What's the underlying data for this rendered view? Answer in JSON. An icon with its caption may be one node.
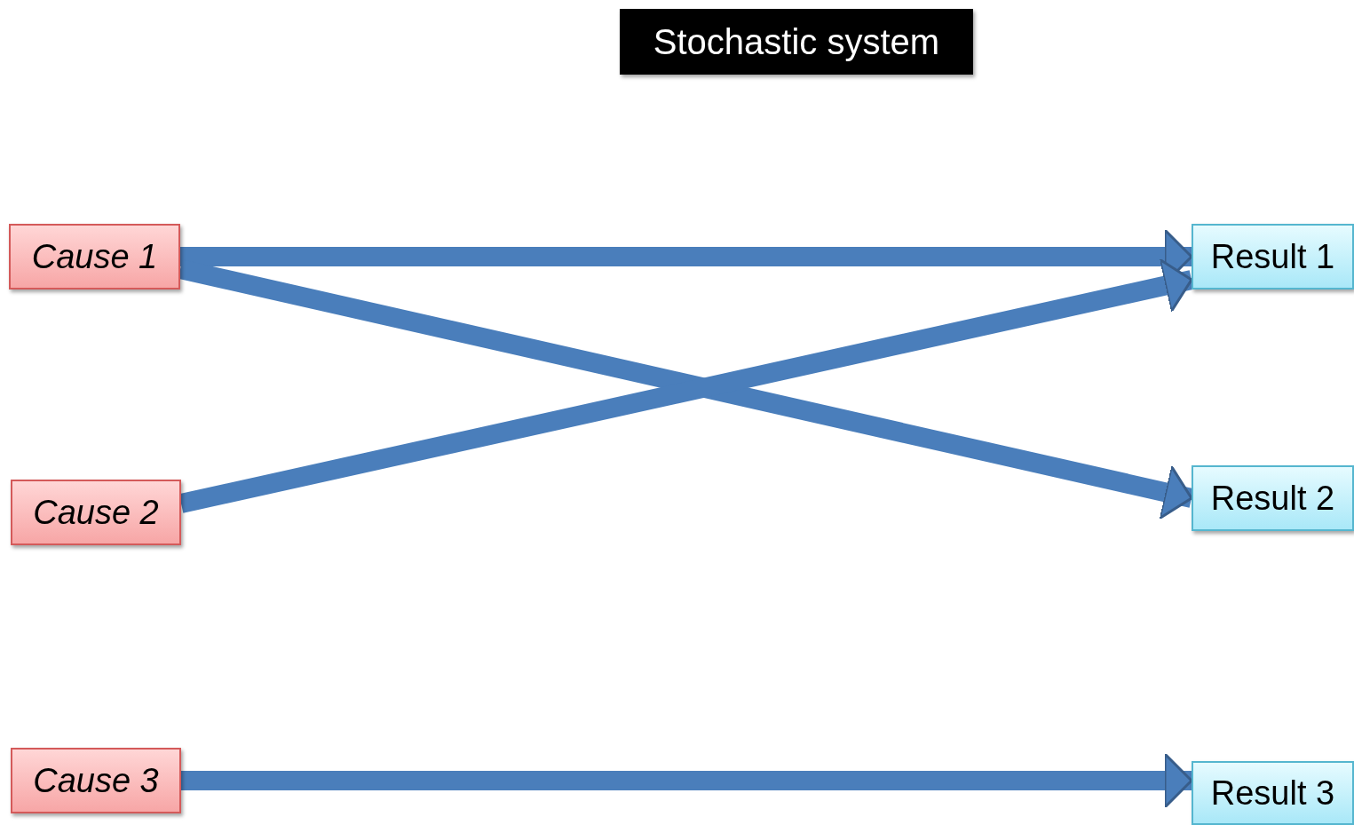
{
  "diagram": {
    "title": "Stochastic system",
    "nodes": [
      {
        "text": [
          "Cause 1"
        ]
      },
      {
        "text": [
          "Cause 2"
        ]
      },
      {
        "text": [
          "Cause 3"
        ]
      },
      {
        "text": [
          "Result 1"
        ]
      },
      {
        "text": [
          "Result 2"
        ]
      },
      {
        "text": [
          "Result 3"
        ]
      }
    ],
    "edges": [
      {
        "from": 0,
        "to": 3,
        "arrow": "to"
      },
      {
        "from": 0,
        "to": 4,
        "arrow": "to"
      },
      {
        "from": 1,
        "to": 3,
        "arrow": "to"
      },
      {
        "from": 2,
        "to": 5,
        "arrow": "to"
      }
    ]
  }
}
